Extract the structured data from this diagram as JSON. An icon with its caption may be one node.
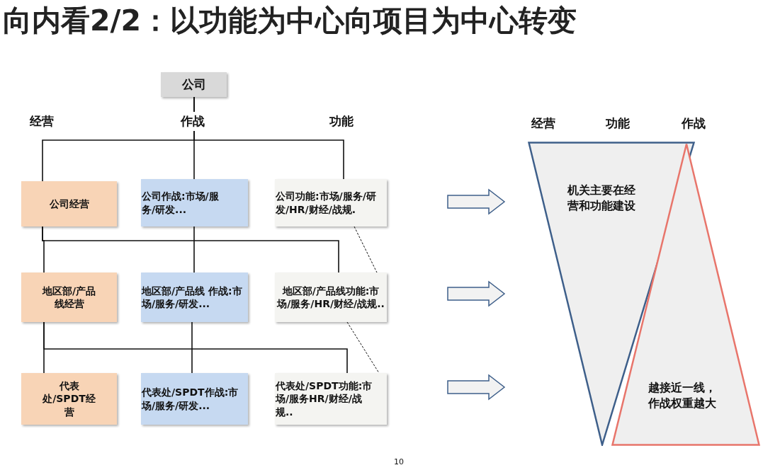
{
  "diagram": {
    "title": "向内看2/2：以功能为中心向项目为中心转变",
    "nodes": [
      {
        "text": [
          "公司"
        ]
      },
      {
        "text": [
          "公司经营"
        ]
      },
      {
        "text": [
          "公司作战:市场/服务/研发..."
        ]
      },
      {
        "text": [
          "公司功能:市场/服务/研发/HR/财经/战规."
        ]
      },
      {
        "text": [
          "地区部/产品线经营"
        ]
      },
      {
        "text": [
          "地区部/产品线 作战:市场/服务/研发..."
        ]
      },
      {
        "text": [
          "地区部/产品线功能:市场/服务/HR/财经/战规.."
        ]
      },
      {
        "text": [
          "代表处/SPDT经营"
        ]
      },
      {
        "text": [
          "代表处/SPDT作战:市场/服务/研发..."
        ]
      },
      {
        "text": [
          "代表处/SPDT功能:市场/服务HR/财经/战规.."
        ]
      },
      {
        "text": [
          "机关主要在经营和功能建设"
        ]
      },
      {
        "text": [
          "越接近一线，作战权重越大"
        ]
      }
    ],
    "edges": [
      {
        "from": 0,
        "to": 1,
        "arrow": "none"
      },
      {
        "from": 0,
        "to": 2,
        "arrow": "none"
      },
      {
        "from": 0,
        "to": 3,
        "arrow": "none"
      },
      {
        "from": 1,
        "to": 4,
        "arrow": "none"
      },
      {
        "from": 1,
        "to": 6,
        "arrow": "none"
      },
      {
        "from": 2,
        "to": 5,
        "arrow": "none"
      },
      {
        "from": 4,
        "to": 7,
        "arrow": "none"
      },
      {
        "from": 4,
        "to": 9,
        "arrow": "none"
      },
      {
        "from": 5,
        "to": 8,
        "arrow": "none"
      },
      {
        "from": 3,
        "to": 6,
        "arrow": "none",
        "style": "dashed"
      },
      {
        "from": 6,
        "to": 9,
        "arrow": "none",
        "style": "dashed"
      }
    ],
    "labels": [
      "经营",
      "作战",
      "功能",
      "经营",
      "功能",
      "作战",
      "10"
    ]
  }
}
